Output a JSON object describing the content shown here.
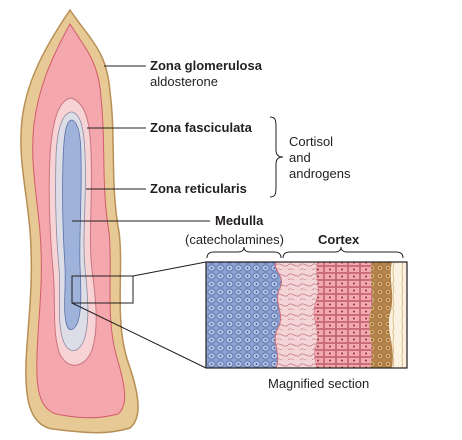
{
  "labels": {
    "glomerulosa": "Zona glomerulosa",
    "glomerulosa_hormone": "aldosterone",
    "fasciculata": "Zona fasciculata",
    "reticularis": "Zona reticularis",
    "cortisol": "Cortisol",
    "and": "and",
    "androgens": "androgens",
    "medulla": "Medulla",
    "medulla_hormone": "(catecholamines)",
    "cortex": "Cortex",
    "magnified": "Magnified section"
  },
  "colors": {
    "capsule": "#e6c995",
    "capsule_edge": "#b88f55",
    "glomerulosa": "#f4a7ad",
    "fasciculata": "#f7d3d6",
    "reticularis": "#dcdde6",
    "medulla": "#9fb3da",
    "cell_brown": "#c9995e",
    "cell_pink": "#e88a94",
    "line": "#231f20"
  }
}
